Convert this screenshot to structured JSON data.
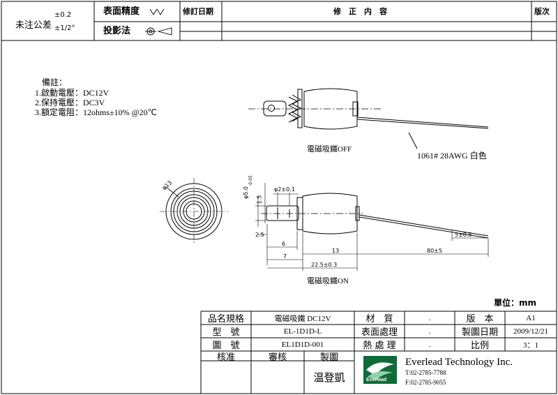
{
  "header": {
    "tolerance_label": "未注公差",
    "tolerance_upper": "±0.2",
    "tolerance_lower": "±1/2°",
    "surface_label": "表面精度",
    "surface_symbol": "▽▽",
    "projection_label": "投影法",
    "revision_date_label": "修訂日期",
    "revision_content_label": "修　正　内　容",
    "version_label": "版次"
  },
  "notes": {
    "title": "備註：",
    "line1": "1.啟動電壓：DC12V",
    "line2": "2.保持電壓：DC3V",
    "line3": "3.額定電阻：12ohms±10% @20℃"
  },
  "drawing": {
    "off_label": "電磁吸鐵OFF",
    "on_label": "電磁吸鐵ON",
    "wire_label": "1061# 28AWG 白色",
    "dims": {
      "phi13": "φ13",
      "phi5": "φ5.0",
      "phi5_tol": "-0.05",
      "phi2": "φ2±0.1",
      "d15": "1.5",
      "d25": "2.5",
      "d6": "6",
      "d7": "7",
      "d13": "13",
      "d80": "80±5",
      "d5": "5±0.5",
      "d225": "22.5±0.3"
    }
  },
  "unit": "單位：mm",
  "title_block": {
    "name_label": "品名規格",
    "name_value": "電磁吸鐵 DC12V",
    "model_label": "型　號",
    "model_value": "EL-1D1D-L",
    "drawing_no_label": "圖　號",
    "drawing_no_value": "EL1D1D-001",
    "material_label": "材　質",
    "material_value": ".",
    "surface_treat_label": "表面處理",
    "surface_treat_value": ".",
    "heat_treat_label": "熱 處 理",
    "heat_treat_value": ".",
    "version_label": "版　本",
    "version_value": "A1",
    "date_label": "製圖日期",
    "date_value": "2009/12/21",
    "scale_label": "比例",
    "scale_value": "3：1",
    "approve_label": "核准",
    "review_label": "審核",
    "draw_label": "製圖",
    "drafter": "温登凱",
    "company": "Everlead Technology Inc.",
    "tel": "T:02-2785-7788",
    "fax": "F:02-2785-9055",
    "logo_text": "Everlead"
  }
}
